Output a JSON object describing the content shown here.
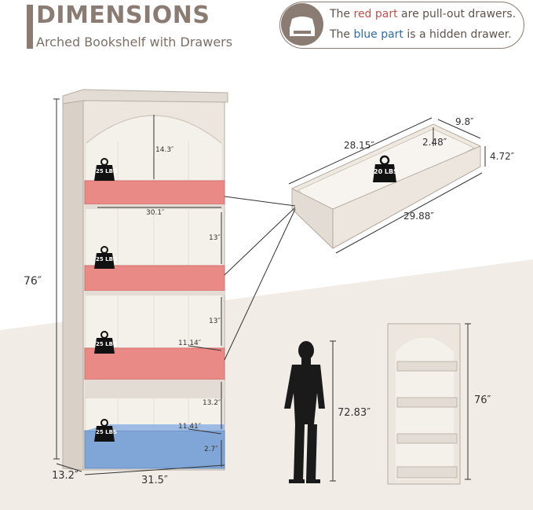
{
  "header": {
    "title": "DIMENSIONS",
    "subtitle": "Arched Bookshelf with Drawers"
  },
  "legend": {
    "icon": "drawer-icon",
    "line1_prefix": "The ",
    "line1_color_word": "red part",
    "line1_suffix": " are pull-out drawers.",
    "line2_prefix": "The ",
    "line2_color_word": "blue part",
    "line2_suffix": " is a hidden drawer.",
    "red_color": "#c0504d",
    "blue_color": "#2e6ea8"
  },
  "bookshelf": {
    "height": "76″",
    "depth": "13.2″",
    "width": "31.5″",
    "arch_height": "14.3″",
    "inner_width": "30.1″",
    "shelf_gap_1": "13″",
    "shelf_gap_2": "13″",
    "shelf_gap_3": "13.2″",
    "shelf_depth_1": "11.14″",
    "shelf_depth_2": "11.41″",
    "base_height": "2.7″",
    "weight_labels": [
      "25 LBS",
      "25 LBS",
      "25 LBS",
      "25 LBS"
    ],
    "drawer_color": "#e98a86",
    "hidden_drawer_color": "#7fa6d6",
    "body_color": "#ece6df"
  },
  "drawer": {
    "front_length": "28.15″",
    "bottom_length": "29.88″",
    "depth": "9.8″",
    "height": "4.72″",
    "inner_height": "2.48″",
    "weight_label": "20 LBS"
  },
  "person_compare": {
    "person_height": "72.83″",
    "shelf_height": "76″"
  }
}
